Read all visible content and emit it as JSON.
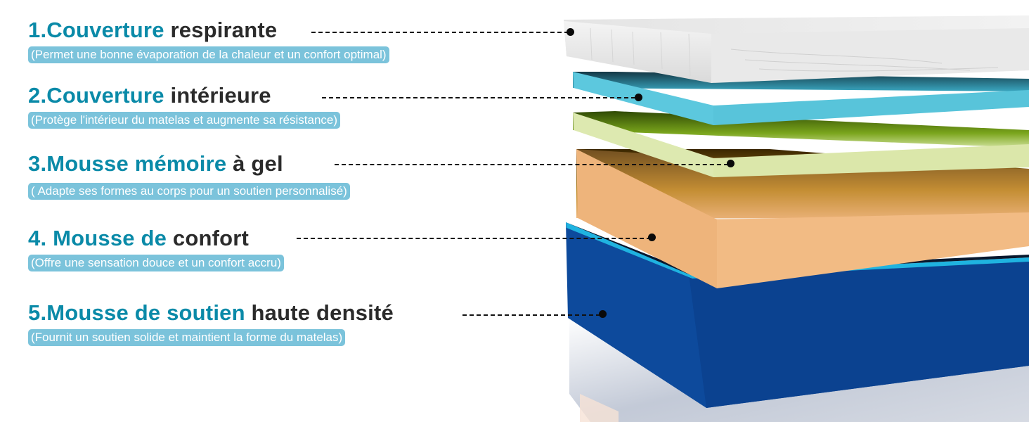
{
  "diagram": {
    "subject": "Mattress layer cross-section",
    "colors": {
      "title_accent": "#0a8aa8",
      "title_dark": "#2b2b2b",
      "pill_bg": "#7bc3db",
      "pill_text": "#ffffff",
      "leader": "#111111"
    },
    "layers": [
      {
        "number": "1.",
        "title_accent": "Couverture",
        "title_dark": " respirante",
        "description": "(Permet une bonne évaporation de la chaleur et un confort optimal)",
        "layer_color": "#eaeaea"
      },
      {
        "number": "2.",
        "title_accent": "Couverture",
        "title_dark": " intérieure",
        "description": "(Protège l'intérieur du matelas et augmente sa résistance)",
        "layer_color": "#5cc8de"
      },
      {
        "number": "3.",
        "title_accent": "Mousse mémoire",
        "title_dark": " à gel",
        "description": "( Adapte ses formes au corps pour un soutien personnalisé)",
        "layer_color": "#dde9b0"
      },
      {
        "number": "4. ",
        "title_accent": "Mousse de",
        "title_dark": " confort",
        "description": "(Offre une sensation douce et un confort accru)",
        "layer_color": "#f0b980"
      },
      {
        "number": "5.",
        "title_accent": "Mousse de soutien",
        "title_dark": " haute densité",
        "description": "(Fournit un soutien solide et maintient la forme du matelas)",
        "layer_color": "#0d4a9c"
      }
    ]
  }
}
